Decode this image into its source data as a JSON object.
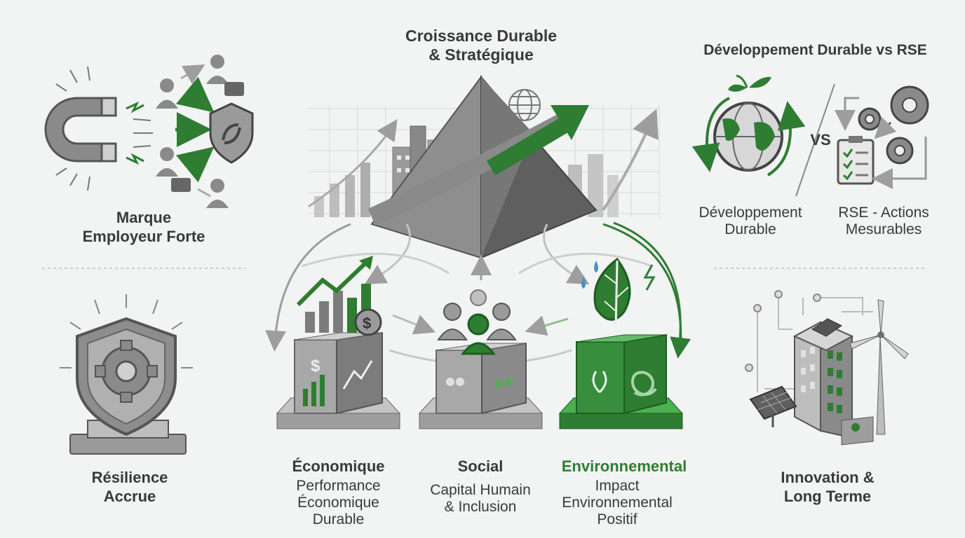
{
  "center": {
    "title_line1": "Croissance Durable",
    "title_line2": "& Stratégique"
  },
  "top_left": {
    "line1": "Marque",
    "line2": "Employeur Forte"
  },
  "bottom_left": {
    "line1": "Résilience",
    "line2": "Accrue"
  },
  "top_right": {
    "title": "Développement Durable vs RSE",
    "vs": "VS",
    "left_line1": "Développement",
    "left_line2": "Durable",
    "right_line1": "RSE - Actions",
    "right_line2": "Mesurables"
  },
  "bottom_right": {
    "line1": "Innovation &",
    "line2": "Long Terme"
  },
  "pillars": [
    {
      "title": "Économique",
      "line1": "Performance",
      "line2": "Économique",
      "line3": "Durable"
    },
    {
      "title": "Social",
      "line1": "Capital Humain",
      "line2": "& Inclusion"
    },
    {
      "title": "Environnemental",
      "line1": "Impact",
      "line2": "Environnemental",
      "line3": "Positif"
    }
  ],
  "colors": {
    "green": "#2e7d32",
    "grey_dark": "#6b6b6b",
    "grey_light": "#bdbdbd",
    "background": "#f2f3f3"
  },
  "icons": [
    "magnet-icon",
    "shield-icon",
    "people-icon",
    "briefcase-icon",
    "gear-shield-icon",
    "pyramid-icon",
    "globe-icon",
    "arrow-icon",
    "city-icon",
    "chart-icon",
    "dollar-icon",
    "leaf-icon",
    "recycle-icon",
    "checklist-icon",
    "gear-icon",
    "solar-panel-icon",
    "wind-turbine-icon",
    "building-icon"
  ]
}
